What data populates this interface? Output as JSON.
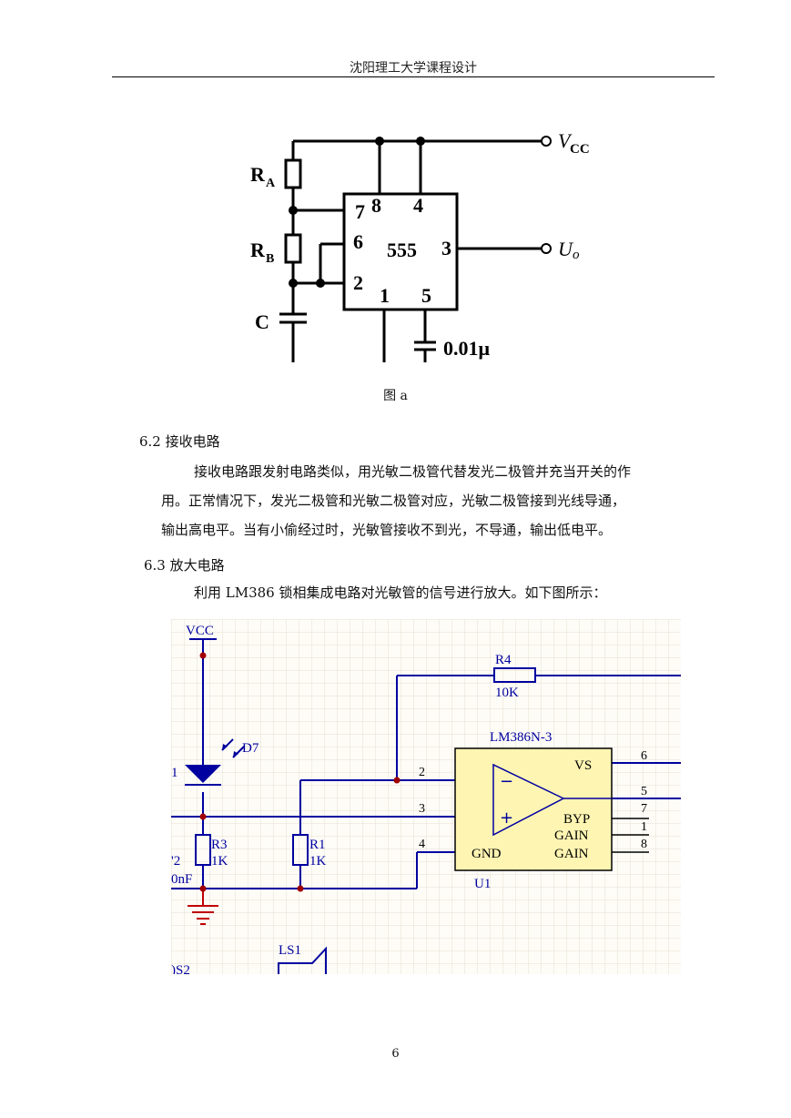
{
  "header": {
    "title": "沈阳理工大学课程设计"
  },
  "figure_a": {
    "ic_label": "555",
    "pins": {
      "p7": "7",
      "p8": "8",
      "p4": "4",
      "p6": "6",
      "p3": "3",
      "p2": "2",
      "p1": "1",
      "p5": "5"
    },
    "vcc_main": "V",
    "vcc_sub": "CC",
    "uo_main": "U",
    "uo_sub": "o",
    "ra_main": "R",
    "ra_sub": "A",
    "rb_main": "R",
    "rb_sub": "B",
    "c_label": "C",
    "cap_value": "0.01μ",
    "caption": "图 a"
  },
  "section_6_2": {
    "title": "6.2    接收电路",
    "lines": [
      "接收电路跟发射电路类似，用光敏二极管代替发光二极管并充当开关的作",
      "用。正常情况下，发光二极管和光敏二极管对应，光敏二极管接到光线导通，",
      "输出高电平。当有小偷经过时，光敏管接收不到光，不导通，输出低电平。"
    ]
  },
  "section_6_3": {
    "title": "6.3    放大电路",
    "line": "利用 LM386 锁相集成电路对光敏管的信号进行放大。如下图所示："
  },
  "figure_b": {
    "vcc": "VCC",
    "r4_name": "R4",
    "r4_value": "10K",
    "chip": "LM386N-3",
    "d7": "D7",
    "d_partial": "1",
    "r3_name": "R3",
    "r3_value": "1K",
    "r1_name": "R1",
    "r1_value": "1K",
    "c_partial_name": "'2",
    "c_partial_value": "0nF",
    "pin2": "2",
    "pin3": "3",
    "pin4": "4",
    "pin6": "6",
    "pin5": "5",
    "pin7": "7",
    "pin1": "1",
    "pin8": "8",
    "vs": "VS",
    "byp": "BYP",
    "gain1": "GAIN",
    "gain2": "GAIN",
    "gnd": "GND",
    "minus": "−",
    "plus": "+",
    "u1": "U1",
    "ls1": "LS1",
    "ds_partial": ")S2"
  },
  "page_number": "6"
}
